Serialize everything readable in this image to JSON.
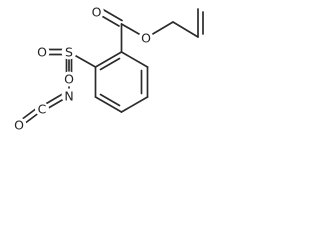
{
  "atoms": {
    "o_carbonyl": "O",
    "o_ester": "O",
    "o_sulfonyl_left": "O",
    "o_sulfonyl_bottom": "O",
    "s": "S",
    "n": "N",
    "c_isocyanate": "C",
    "o_isocyanate": "O"
  }
}
